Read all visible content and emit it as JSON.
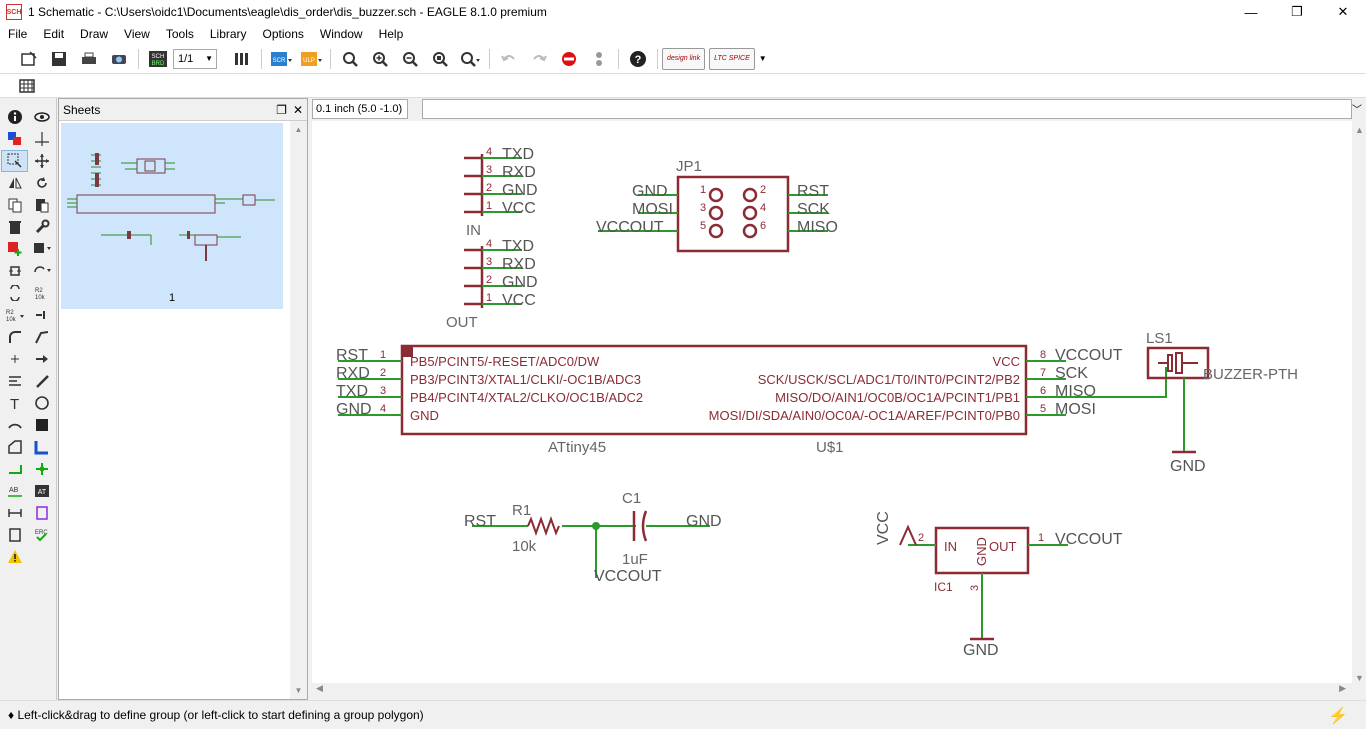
{
  "window": {
    "title": "1 Schematic - C:\\Users\\oidc1\\Documents\\eagle\\dis_order\\dis_buzzer.sch - EAGLE 8.1.0 premium",
    "app_icon": "SCH",
    "minimize": "—",
    "restore": "❐",
    "close": "✕"
  },
  "menu": [
    "File",
    "Edit",
    "Draw",
    "View",
    "Tools",
    "Library",
    "Options",
    "Window",
    "Help"
  ],
  "toolbar": {
    "sheet_value": "1/1",
    "sch_brd": "SCH BRD",
    "designlink": "design link",
    "ltspice": "LTC SPICE"
  },
  "sheets_panel": {
    "title": "Sheets",
    "sheet_label": "1"
  },
  "coord": "0.1 inch (5.0 -1.0)",
  "status": "♦ Left-click&drag to define group (or left-click to start defining a group polygon)",
  "schematic": {
    "conn_in": {
      "name": "IN",
      "pins": [
        {
          "num": "4",
          "net": "TXD"
        },
        {
          "num": "3",
          "net": "RXD"
        },
        {
          "num": "2",
          "net": "GND"
        },
        {
          "num": "1",
          "net": "VCC"
        }
      ]
    },
    "conn_out": {
      "name": "OUT",
      "pins": [
        {
          "num": "4",
          "net": "TXD"
        },
        {
          "num": "3",
          "net": "RXD"
        },
        {
          "num": "2",
          "net": "GND"
        },
        {
          "num": "1",
          "net": "VCC"
        }
      ]
    },
    "jp1": {
      "name": "JP1",
      "left_nets": [
        "GND",
        "MOSI",
        "VCCOUT"
      ],
      "left_pins": [
        "1",
        "3",
        "5"
      ],
      "right_pins": [
        "2",
        "4",
        "6"
      ],
      "right_nets": [
        "RST",
        "SCK",
        "MISO"
      ]
    },
    "u1": {
      "name": "U$1",
      "value": "ATtiny45",
      "left_nets": [
        "RST",
        "RXD",
        "TXD",
        "GND"
      ],
      "left_pins": [
        "1",
        "2",
        "3",
        "4"
      ],
      "left_labels": [
        "PB5/PCINT5/-RESET/ADC0/DW",
        "PB3/PCINT3/XTAL1/CLKI/-OC1B/ADC3",
        "PB4/PCINT4/XTAL2/CLKO/OC1B/ADC2",
        "GND"
      ],
      "right_labels": [
        "VCC",
        "SCK/USCK/SCL/ADC1/T0/INT0/PCINT2/PB2",
        "MISO/DO/AIN1/OC0B/OC1A/PCINT1/PB1",
        "MOSI/DI/SDA/AIN0/OC0A/-OC1A/AREF/PCINT0/PB0"
      ],
      "right_pins": [
        "8",
        "7",
        "6",
        "5"
      ],
      "right_nets": [
        "VCCOUT",
        "SCK",
        "MISO",
        "MOSI"
      ]
    },
    "ls1": {
      "name": "LS1",
      "value": "BUZZER-PTH",
      "gnd": "GND"
    },
    "r1": {
      "name": "R1",
      "value": "10k",
      "net": "RST"
    },
    "c1": {
      "name": "C1",
      "value": "1uF",
      "net_right": "GND",
      "net_bottom": "VCCOUT"
    },
    "ic1": {
      "name": "IC1",
      "in": "IN",
      "gnd": "GND",
      "out": "OUT",
      "pin_in": "2",
      "pin_out": "1",
      "pin_gnd": "3",
      "net_in": "VCC",
      "net_out": "VCCOUT",
      "net_gnd": "GND"
    }
  }
}
